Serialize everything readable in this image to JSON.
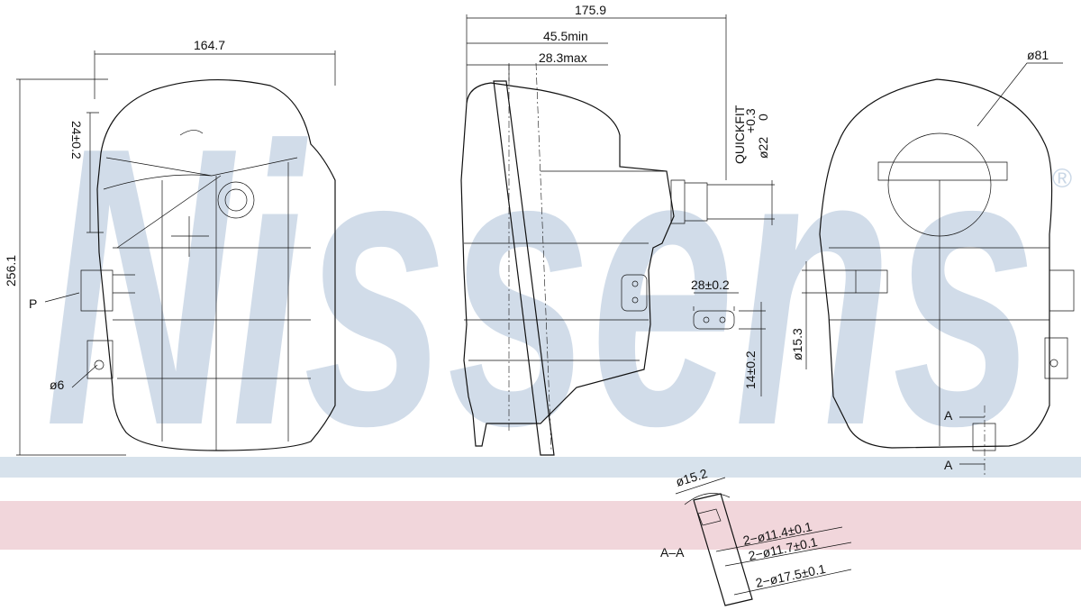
{
  "watermark": {
    "brand": "Nissens",
    "registered": "®"
  },
  "colors": {
    "band_blue": "#d7e2ec",
    "band_pink": "#f1d6db",
    "watermark": "#c9d7e6",
    "line": "#111111"
  },
  "front_view": {
    "width_dim": "164.7",
    "height_dim": "256.1",
    "flange_dim": "24±0.2",
    "port_label": "P",
    "hole_dim": "ø6"
  },
  "side_view": {
    "overall_dim": "175.9",
    "min_dim": "45.5min",
    "max_dim": "28.3max",
    "quickfit_label": "QUICKFIT",
    "quickfit_dia": "ø22",
    "quickfit_tol_upper": "+0.3",
    "quickfit_tol_lower": "0",
    "bracket_width": "28±0.2",
    "bracket_height": "14±0.2"
  },
  "rear_view": {
    "cap_dia": "ø81",
    "port_dia": "ø15.3",
    "section_mark_top": "A",
    "section_mark_bottom": "A"
  },
  "section_view": {
    "title": "A–A",
    "outer_dia": "ø15.2",
    "dims": [
      "2−ø11.4±0.1",
      "2−ø11.7±0.1",
      "2−ø17.5±0.1"
    ]
  }
}
